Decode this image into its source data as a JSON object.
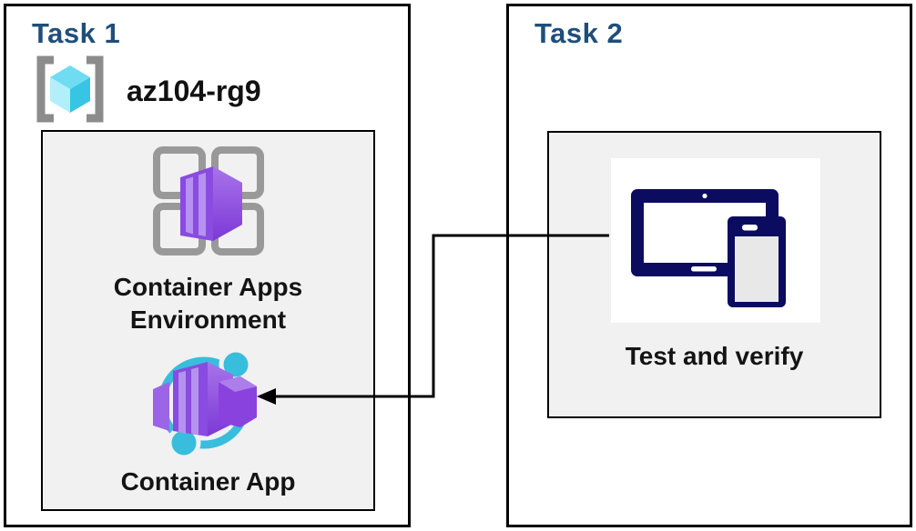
{
  "diagram": {
    "task1": {
      "title": "Task 1",
      "resource_group_name": "az104-rg9",
      "environment_label_line1": "Container Apps",
      "environment_label_line2": "Environment",
      "container_app_label": "Container App"
    },
    "task2": {
      "title": "Task 2",
      "test_label": "Test and verify"
    },
    "icons": {
      "resource_group": "azure-resource-group-icon",
      "environment": "container-apps-environment-icon",
      "container_app": "container-app-icon",
      "devices": "tablet-and-phone-icon",
      "arrow": "left-arrow-connector"
    },
    "colors": {
      "task_title_blue": "#1F4E79",
      "panel_gray": "#F1F1F1",
      "accent_cyan": "#38BEDC",
      "accent_purple": "#8A4BE0",
      "purple_stripe": "#B592EF",
      "device_navy": "#0B0B60",
      "bracket_gray": "#8C8C8C",
      "connector_black": "#000000"
    }
  }
}
